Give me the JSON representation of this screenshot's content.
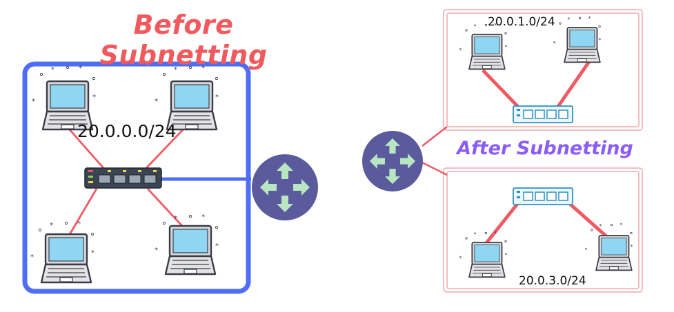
{
  "titles": {
    "before": "Before Subnetting",
    "after": "After Subnetting"
  },
  "networks": {
    "before": "20.0.0.0/24",
    "after_top": "20.0.1.0/24",
    "after_bottom": "20.0.3.0/24"
  },
  "icons": {
    "laptop": "laptop-icon",
    "switch": "network-switch-icon",
    "router": "router-icon"
  },
  "colors": {
    "title_before": "#f05a5e",
    "title_after": "#8b5cf6",
    "before_frame": "#4f6ef7",
    "after_frame": "#f3a7aa",
    "cable": "#ef5a64",
    "router": "#5a5a9c",
    "router_arrows": "#b8e6c1",
    "laptop_screen": "#8fd6f2",
    "switch_dark": "#3a4452",
    "switch_light": "#5bb8dc"
  }
}
